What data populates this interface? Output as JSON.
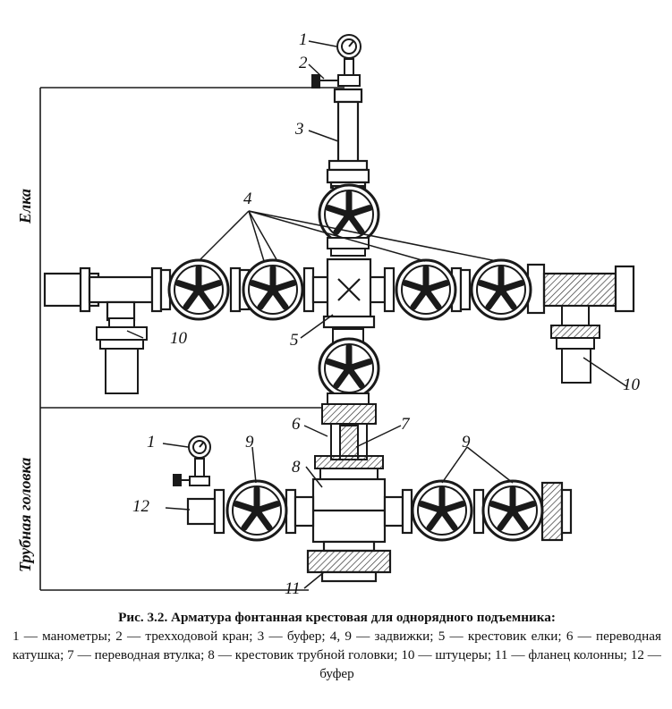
{
  "labels": {
    "gauge_top": "1",
    "three_way_valve": "2",
    "buffer_top": "3",
    "gate_valves": "4",
    "cross_tree": "5",
    "adapter_spool": "6",
    "adapter_bushing": "7",
    "cross_tubing": "8",
    "gate_valves_lower_left": "9",
    "gate_valves_lower_right": "9",
    "choke_left": "10",
    "choke_right": "10",
    "gauge_lower": "1",
    "buffer_lower": "12",
    "casing_flange": "11"
  },
  "side_labels": {
    "tree": "Елка",
    "tubing_head": "Трубная головка"
  },
  "caption": {
    "title": "Рис. 3.2. Арматура фонтанная крестовая для однорядного подъемника:",
    "body": "1 — манометры; 2 — трехходовой кран; 3 — буфер; 4, 9 — задвижки; 5 — крестовик елки; 6 — переводная катушка; 7 — переводная втулка; 8 — крестовик трубной головки; 10 — штуцеры; 11 — фланец колонны; 12 — буфер"
  },
  "colors": {
    "ink": "#1a1a1a",
    "fill": "#ffffff",
    "hatch": "#444444"
  }
}
